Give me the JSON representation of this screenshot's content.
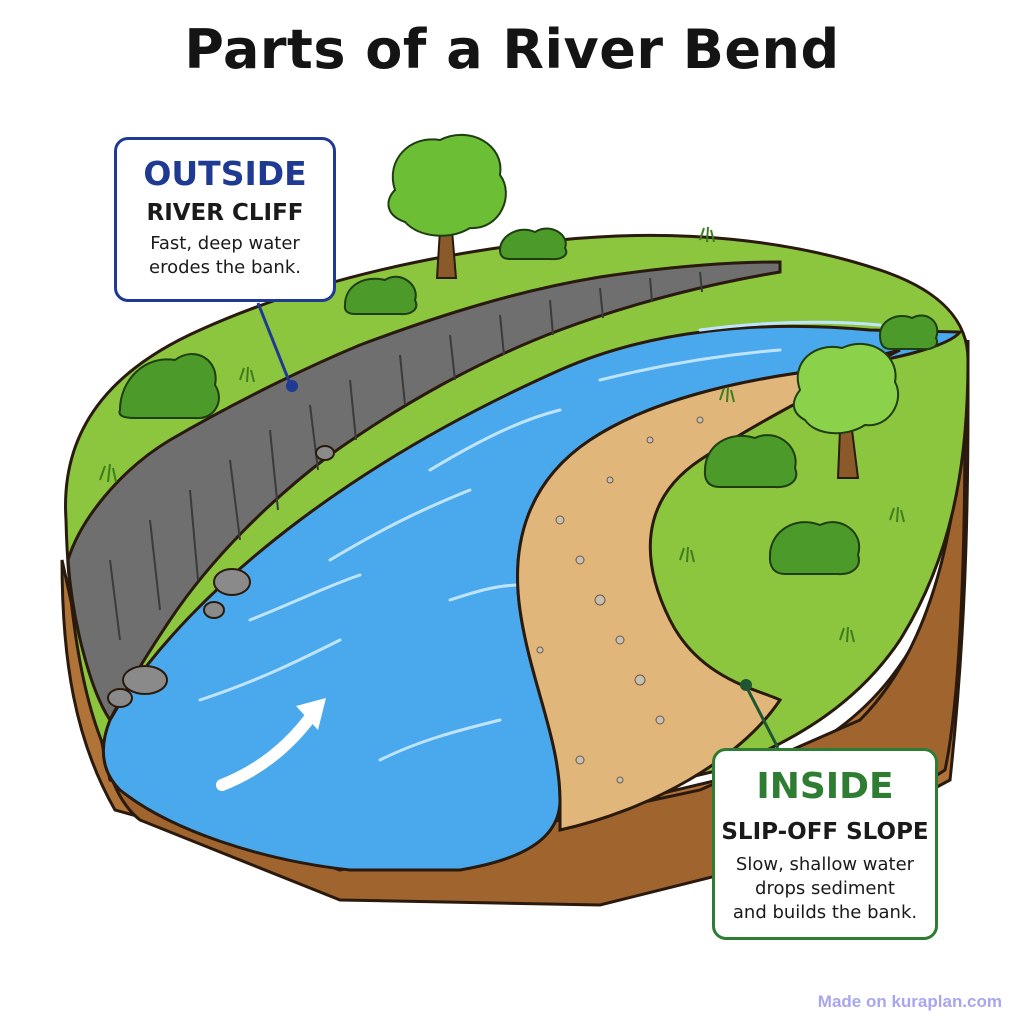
{
  "title": "Parts of a River Bend",
  "callouts": {
    "outside": {
      "heading": "OUTSIDE",
      "subheading": "RIVER CLIFF",
      "description_lines": [
        "Fast, deep water",
        "erodes the bank."
      ],
      "color": "#1f3a93"
    },
    "inside": {
      "heading": "INSIDE",
      "subheading": "SLIP-OFF SLOPE",
      "description_lines": [
        "Slow, shallow water",
        "drops sediment",
        "and builds the bank."
      ],
      "color": "#2e7d32"
    }
  },
  "watermark": "Made on kuraplan.com",
  "colors": {
    "grass": "#8cc63f",
    "water": "#4aa8ec",
    "cliff": "#6f6f6f",
    "sand": "#e0b67a",
    "soil": "#b07438"
  },
  "icons": [
    "tree-icon",
    "bush-icon",
    "flow-arrow-icon",
    "rock-icon"
  ]
}
